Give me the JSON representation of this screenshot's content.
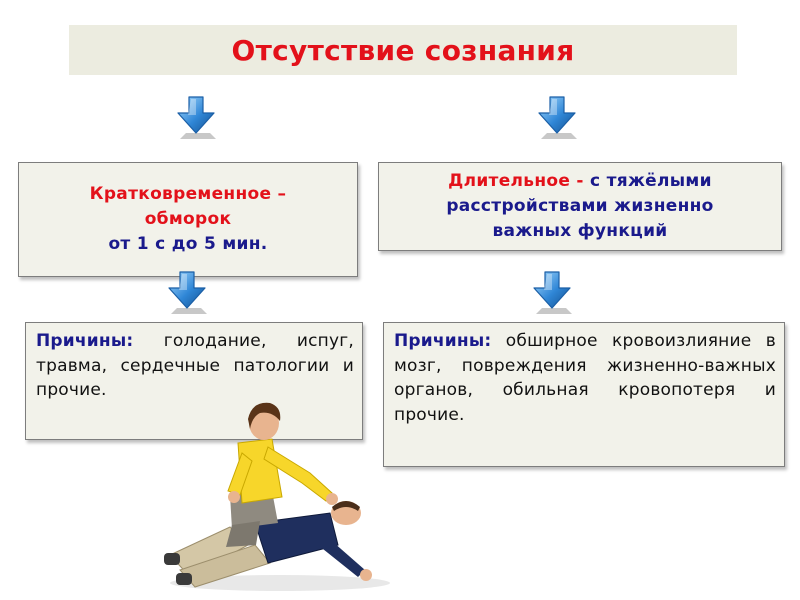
{
  "title": "Отсутствие сознания",
  "short_type": {
    "line1": "Кратковременное –",
    "line2": "обморок",
    "line3": "от 1 с до 5 мин."
  },
  "long_type": {
    "part1": "Длительное - ",
    "part2": "с тяжёлыми",
    "line2": "расстройствами жизненно",
    "line3": "важных функций"
  },
  "short_causes": {
    "label": "Причины:",
    "text": " голодание, испуг, травма, сердечные патологии и прочие."
  },
  "long_causes": {
    "label": "Причины:",
    "text": " обширное кровоизлияние в мозг, повреждения жизненно-важных органов, обильная кровопотеря и прочие."
  },
  "colors": {
    "title_red": "#e3111a",
    "label_blue": "#1a1a8c",
    "arrow_blue": "#2f86d6",
    "box_fill": "#f2f2ea"
  },
  "icons": {
    "arrow": "down-arrow-icon",
    "illustration": "first-aid-illustration"
  }
}
